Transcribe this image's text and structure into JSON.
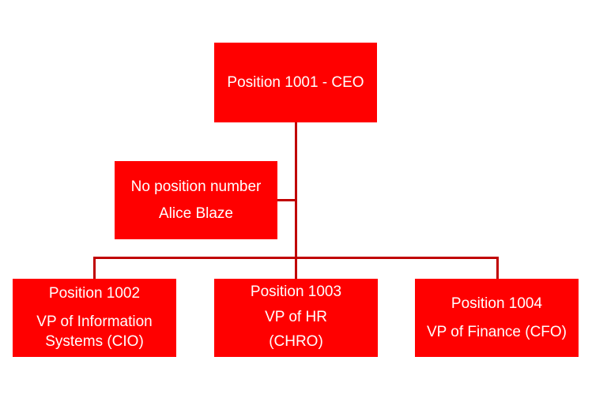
{
  "org_chart": {
    "ceo": {
      "line1": "Position 1001 - CEO"
    },
    "assistant": {
      "line1": "No position number",
      "line2": "Alice Blaze"
    },
    "reports": [
      {
        "line1": "Position 1002",
        "line2": "VP of Information",
        "line3": "Systems (CIO)"
      },
      {
        "line1": "Position 1003",
        "line2": "VP of HR",
        "line3": "(CHRO)"
      },
      {
        "line1": "Position 1004",
        "line2": "VP of Finance (CFO)"
      }
    ]
  },
  "colors": {
    "box_fill": "#ff0000",
    "box_text": "#ffffff",
    "connector": "#c00000"
  }
}
